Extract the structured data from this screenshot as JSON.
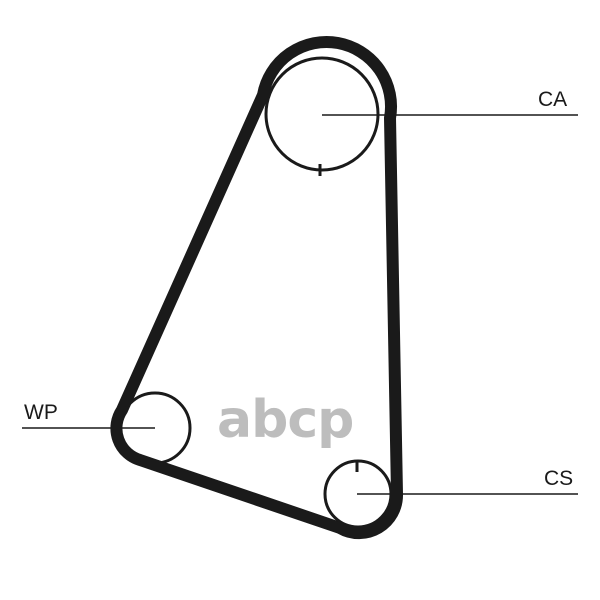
{
  "labels": {
    "ca": "CA",
    "wp": "WP",
    "cs": "CS"
  },
  "watermark": "abcp",
  "colors": {
    "belt": "#1a1a1a",
    "watermark": "#bdbdbd"
  }
}
